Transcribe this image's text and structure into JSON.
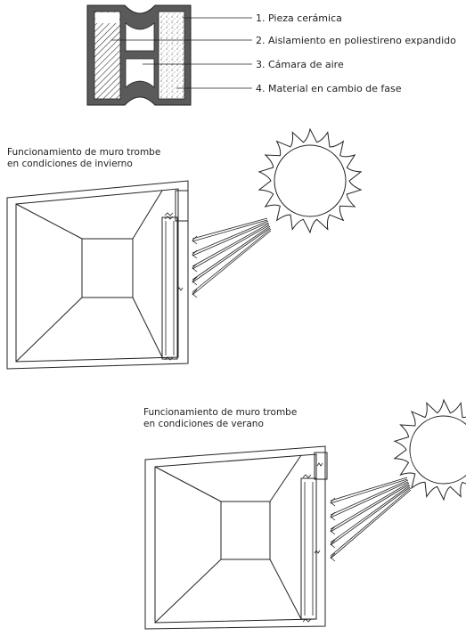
{
  "legend": {
    "items": [
      "1. Pieza cerámica",
      "2. Aislamiento en poliestireno expandido",
      "3. Cámara de aire",
      "4. Material en cambio de fase"
    ]
  },
  "winter": {
    "caption_line1": "Funcionamiento de muro trombe",
    "caption_line2": "en condiciones de invierno"
  },
  "summer": {
    "caption_line1": "Funcionamiento de muro trombe",
    "caption_line2": "en condiciones de verano"
  },
  "colors": {
    "line": "#222222",
    "wall_fill": "#555555",
    "background": "#ffffff"
  }
}
